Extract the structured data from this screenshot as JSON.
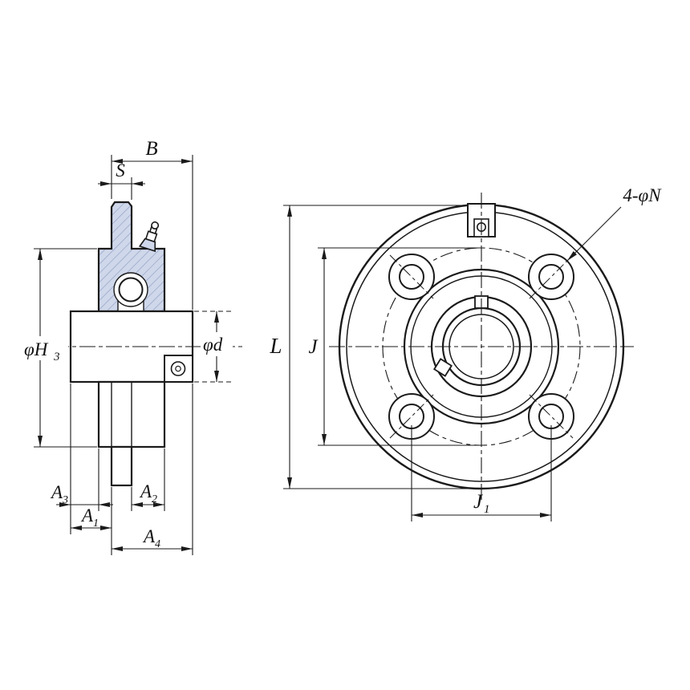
{
  "colors": {
    "line": "#1a1a1a",
    "section_fill": "#cfd7ea",
    "hatch_line": "#8fa0c4",
    "background": "#ffffff"
  },
  "side_view": {
    "dim_B": "B",
    "dim_S": "S",
    "dim_phi_H3": {
      "base": "φH",
      "sub": "3"
    },
    "dim_phi_d": "φd",
    "dim_A3": {
      "base": "A",
      "sub": "3"
    },
    "dim_A2": {
      "base": "A",
      "sub": "2"
    },
    "dim_A1": {
      "base": "A",
      "sub": "1"
    },
    "dim_A4": {
      "base": "A",
      "sub": "4"
    }
  },
  "front_view": {
    "dim_L": "L",
    "dim_J": "J",
    "dim_J1": {
      "base": "J",
      "sub": "1"
    },
    "bolt_hole_note": "4-φN"
  }
}
